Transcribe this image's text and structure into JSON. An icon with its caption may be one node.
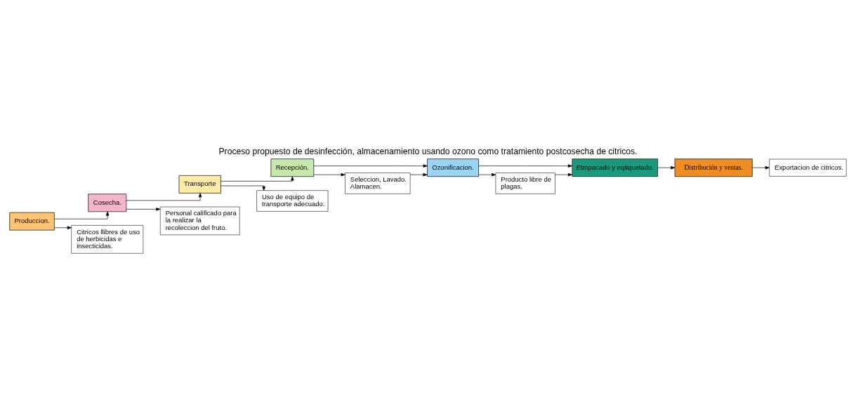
{
  "diagram": {
    "title": "Proceso propuesto de desinfección, almacenamiento usando ozono como tratamiento postcosecha de citricos.",
    "nodes": [
      {
        "text": [
          "Produccion."
        ]
      },
      {
        "text": [
          "Cosecha."
        ]
      },
      {
        "text": [
          "Transporte"
        ]
      },
      {
        "text": [
          "Recepción."
        ]
      },
      {
        "text": [
          "Ozonificacion."
        ]
      },
      {
        "text": [
          "Etmpacado y eqtiquetado."
        ]
      },
      {
        "text": [
          "Distribución y ventas."
        ]
      },
      {
        "text": [
          "Citricos llibres de uso de herbicidas e insecticidas."
        ]
      },
      {
        "text": [
          "Personal calificado para la realizar la recoleccion del fruto."
        ]
      },
      {
        "text": [
          "Uso de equipo de transporte adecuado."
        ]
      },
      {
        "text": [
          "Seleccion, Lavado. Alamacen."
        ]
      },
      {
        "text": [
          "Producto libre de plagas."
        ]
      },
      {
        "text": [
          "Exportacion de citricos."
        ]
      }
    ],
    "edges": [
      {
        "from": 0,
        "to": 1,
        "arrow": "to"
      },
      {
        "from": 1,
        "to": 2,
        "arrow": "to"
      },
      {
        "from": 2,
        "to": 3,
        "arrow": "to"
      },
      {
        "from": 3,
        "to": 4,
        "arrow": "to"
      },
      {
        "from": 4,
        "to": 5,
        "arrow": "to"
      },
      {
        "from": 5,
        "to": 6,
        "arrow": "to"
      },
      {
        "from": 0,
        "to": 7,
        "arrow": "to"
      },
      {
        "from": 1,
        "to": 8,
        "arrow": "to"
      },
      {
        "from": 2,
        "to": 9,
        "arrow": "to"
      },
      {
        "from": 3,
        "to": 10,
        "arrow": "to"
      },
      {
        "from": 10,
        "to": 4,
        "arrow": "to"
      },
      {
        "from": 4,
        "to": 11,
        "arrow": "to"
      },
      {
        "from": 11,
        "to": 5,
        "arrow": "to"
      },
      {
        "from": 6,
        "to": 12,
        "arrow": "to"
      }
    ]
  }
}
